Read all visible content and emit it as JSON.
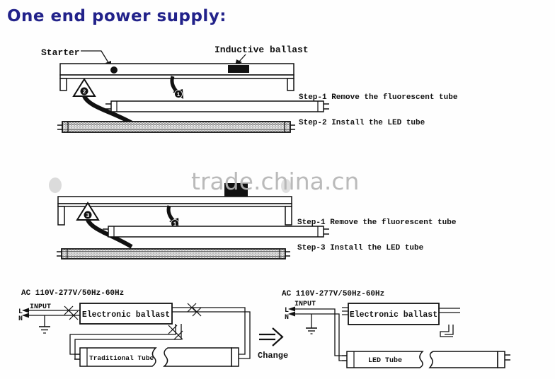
{
  "title": "One end power supply:",
  "watermark": "trade.china.cn",
  "colors": {
    "title_navy": "#22228a",
    "diagram_ink": "#111111",
    "watermark_gray": "#b5b5b5"
  },
  "fixture_diagrams": [
    {
      "starter_label": "Starter",
      "ballast_label": "Inductive ballast",
      "arrow_down_num": "1",
      "arrow_up_num": "2",
      "steps": [
        {
          "label": "Step-1 Remove the fluorescent tube"
        },
        {
          "label": "Step-2 Install the LED tube"
        }
      ]
    },
    {
      "arrow_down_num": "1",
      "arrow_up_num": "3",
      "steps": [
        {
          "label": "Step-1 Remove the fluorescent tube"
        },
        {
          "label": "Step-3 Install the LED tube"
        }
      ]
    }
  ],
  "circuits": [
    {
      "ac_label": "AC 110V-277V/50Hz-60Hz",
      "l_label": "L",
      "n_label": "N",
      "input_label": "INPUT",
      "ballast_label": "Electronic ballast",
      "tube_label": "Traditional Tube"
    },
    {
      "ac_label": "AC 110V-277V/50Hz-60Hz",
      "l_label": "L",
      "n_label": "N",
      "input_label": "INPUT",
      "ballast_label": "Electronic ballast",
      "tube_label": "LED Tube"
    }
  ],
  "change_arrow": {
    "symbol": "⇒",
    "label": "Change"
  }
}
